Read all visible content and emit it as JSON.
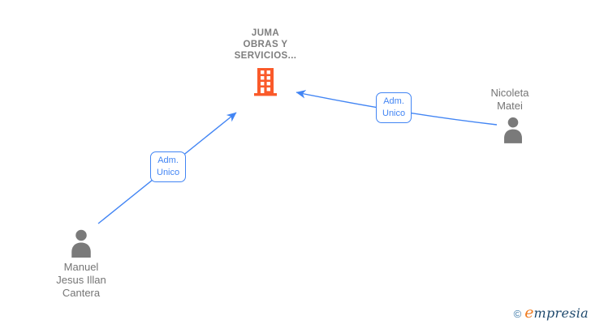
{
  "diagram": {
    "company": {
      "name_lines": [
        "JUMA",
        "OBRAS Y",
        "SERVICIOS..."
      ]
    },
    "people": [
      {
        "id": "nicoleta",
        "name_lines": [
          "Nicoleta",
          "Matei"
        ]
      },
      {
        "id": "manuel",
        "name_lines": [
          "Manuel",
          "Jesus Illan",
          "Cantera"
        ]
      }
    ],
    "edges": [
      {
        "from": "Manuel Jesus Illan Cantera",
        "to": "JUMA OBRAS Y SERVICIOS...",
        "label_lines": [
          "Adm.",
          "Unico"
        ]
      },
      {
        "from": "Nicoleta Matei",
        "to": "JUMA OBRAS Y SERVICIOS...",
        "label_lines": [
          "Adm.",
          "Unico"
        ]
      }
    ]
  },
  "watermark": {
    "copyright": "©",
    "brand_initial": "e",
    "brand_rest": "mpresia"
  },
  "colors": {
    "edge_blue": "#4285f4",
    "building_orange": "#fa5a2a",
    "person_gray": "#7a7a7a",
    "label_gray": "#757575",
    "company_gray": "#7e7e7e",
    "brand_orange": "#f07d23",
    "brand_navy": "#1f4a6e"
  }
}
